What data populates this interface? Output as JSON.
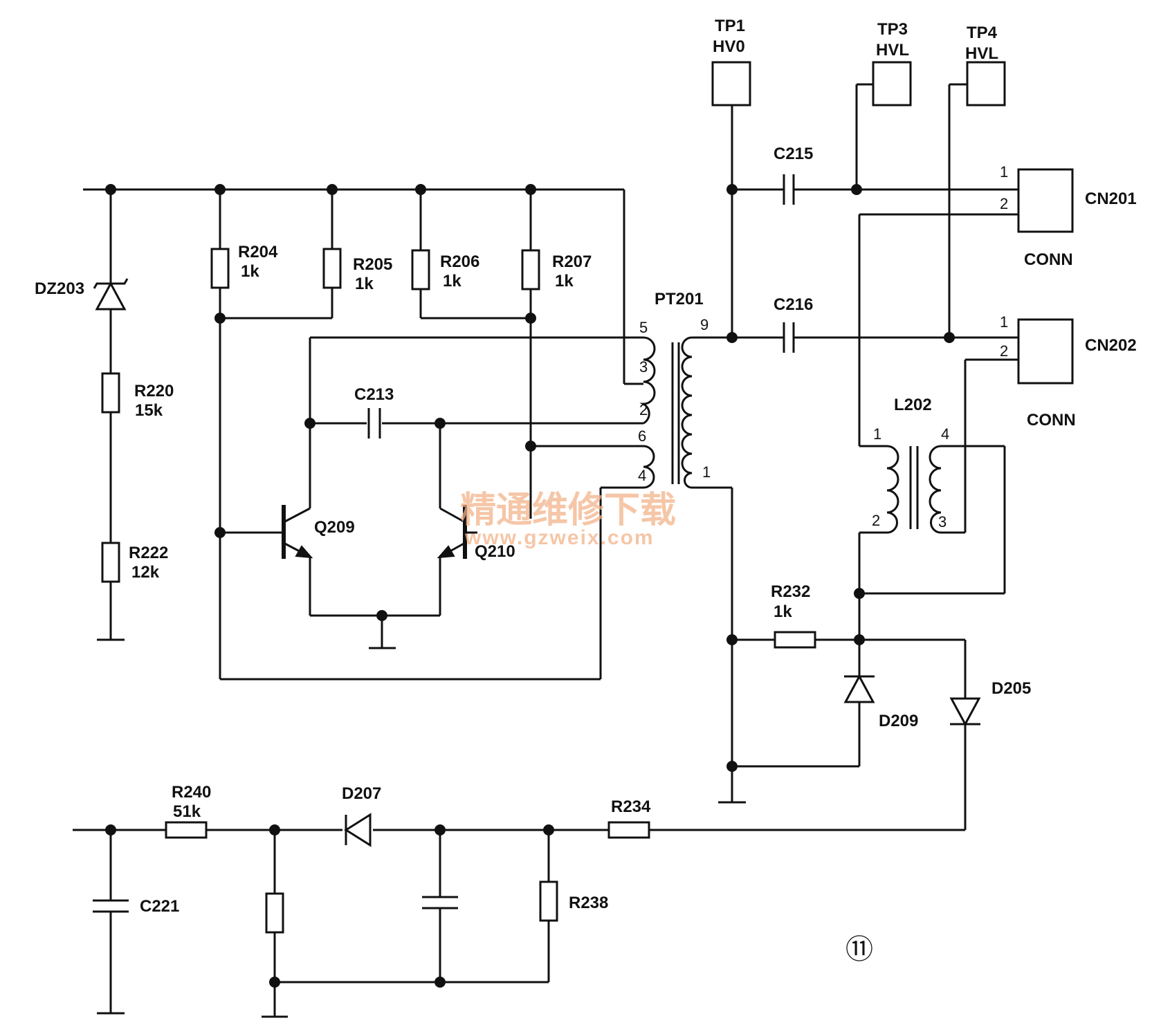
{
  "labels": {
    "tp1": "TP1",
    "hv0": "HV0",
    "tp3": "TP3",
    "hvl3": "HVL",
    "tp4": "TP4",
    "hvl4": "HVL",
    "dz203": "DZ203",
    "r220": "R220",
    "r220_val": "15k",
    "r222": "R222",
    "r222_val": "12k",
    "r204": "R204",
    "r204_val": "1k",
    "r205": "R205",
    "r205_val": "1k",
    "r206": "R206",
    "r206_val": "1k",
    "r207": "R207",
    "r207_val": "1k",
    "pt201": "PT201",
    "c213": "C213",
    "q209": "Q209",
    "q210": "Q210",
    "c215": "C215",
    "c216": "C216",
    "cn201": "CN201",
    "conn1": "CONN",
    "cn202": "CN202",
    "conn2": "CONN",
    "l202": "L202",
    "r232": "R232",
    "r232_val": "1k",
    "d209": "D209",
    "d205": "D205",
    "r240": "R240",
    "r240_val": "51k",
    "d207": "D207",
    "r234": "R234",
    "c221": "C221",
    "r238": "R238",
    "figure_number": "⑪"
  },
  "pins": {
    "pt_5": "5",
    "pt_3": "3",
    "pt_2": "2",
    "pt_6": "6",
    "pt_4": "4",
    "pt_9": "9",
    "pt_1": "1",
    "cn201_1": "1",
    "cn201_2": "2",
    "cn202_1": "1",
    "cn202_2": "2",
    "l202_1": "1",
    "l202_2": "2",
    "l202_3": "3",
    "l202_4": "4"
  },
  "watermark": {
    "text_cn": "精通维修下载",
    "url": "www.gzweix.com",
    "color": "#f2b48a"
  }
}
